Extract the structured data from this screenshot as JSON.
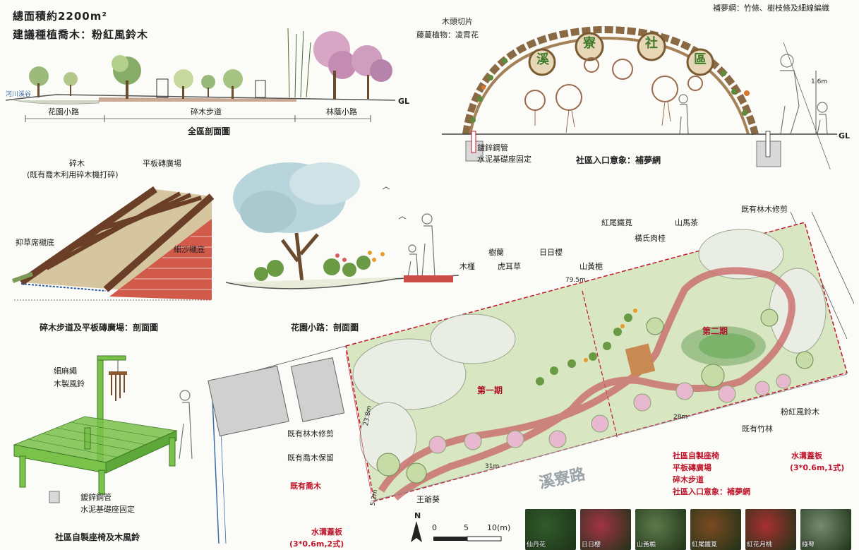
{
  "header": {
    "area_text": "總面積約2200m²",
    "tree_text": "建議種植喬木：粉紅風鈴木"
  },
  "section_top": {
    "labels": [
      "花園小路",
      "碎木步道",
      "林蔭小路"
    ],
    "caption": "全區剖面圖",
    "gl": "GL",
    "stream_tag": "河川溪谷"
  },
  "entrance": {
    "top_right": "補夢網：竹條、樹枝條及細線編織",
    "wood_slice": "木頭切片",
    "vine": "藤蔓植物：凌霄花",
    "sign_chars": [
      "溪",
      "寮",
      "社",
      "區"
    ],
    "height": "1.6m",
    "gl": "GL",
    "pipe": "鍍鋅鋼管",
    "base": "水泥基礎座固定",
    "caption": "社區入口意象：補夢網"
  },
  "walkway": {
    "wood_chip": "碎木",
    "wood_chip_note": "(既有喬木利用碎木機打碎)",
    "paver": "平板磚廣場",
    "weed_layer": "抑草席襯底",
    "sand_layer": "細沙襯底",
    "caption": "碎木步道及平板磚廣場：剖面圖"
  },
  "garden": {
    "caption": "花園小路：剖面圖"
  },
  "bench": {
    "rope": "細麻繩",
    "chime": "木製風鈴",
    "pipe": "鍍鋅鋼管",
    "base": "水泥基礎座固定",
    "caption": "社區自製座椅及木風鈴"
  },
  "plan": {
    "plants_top": [
      "木槿",
      "樹蘭",
      "虎耳草",
      "日日櫻",
      "山黃梔",
      "紅尾鐵莧",
      "山馬茶",
      "橫氏肉桂"
    ],
    "existing_trim_top": "既有林木修剪",
    "existing_trim_left": "既有林木修剪",
    "existing_keep": "既有喬木保留",
    "existing_tree": "既有喬木",
    "king_flower": "王爺葵",
    "road": "溪寮路",
    "bamboo": "既有竹林",
    "pink_tree": "粉紅風鈴木",
    "stage1": "第一期",
    "stage2": "第二期",
    "dim_1": "79.5m",
    "dim_2": "28m",
    "dim_3": "31m",
    "dim_4": "23.8m",
    "dim_5": "5.2m",
    "legend_red": [
      "社區自製座椅",
      "平板磚廣場",
      "碎木步道",
      "社區入口意象：補夢網"
    ],
    "ditch_right": "水溝蓋板",
    "ditch_right_spec": "(3*0.6m,1式)",
    "ditch_bottom": "水溝蓋板",
    "ditch_bottom_spec": "(3*0.6m,2式)"
  },
  "scale": {
    "north": "N",
    "ticks": [
      "0",
      "5",
      "10(m)"
    ]
  },
  "photos": [
    {
      "label": "仙丹花",
      "color": "#2f5b2a"
    },
    {
      "label": "日日櫻",
      "color": "#a33346"
    },
    {
      "label": "山黃梔",
      "color": "#5c7a4a"
    },
    {
      "label": "紅尾鐵莧",
      "color": "#7b4a22"
    },
    {
      "label": "紅花月桃",
      "color": "#a83030"
    },
    {
      "label": "綠萼",
      "color": "#758a70"
    }
  ]
}
